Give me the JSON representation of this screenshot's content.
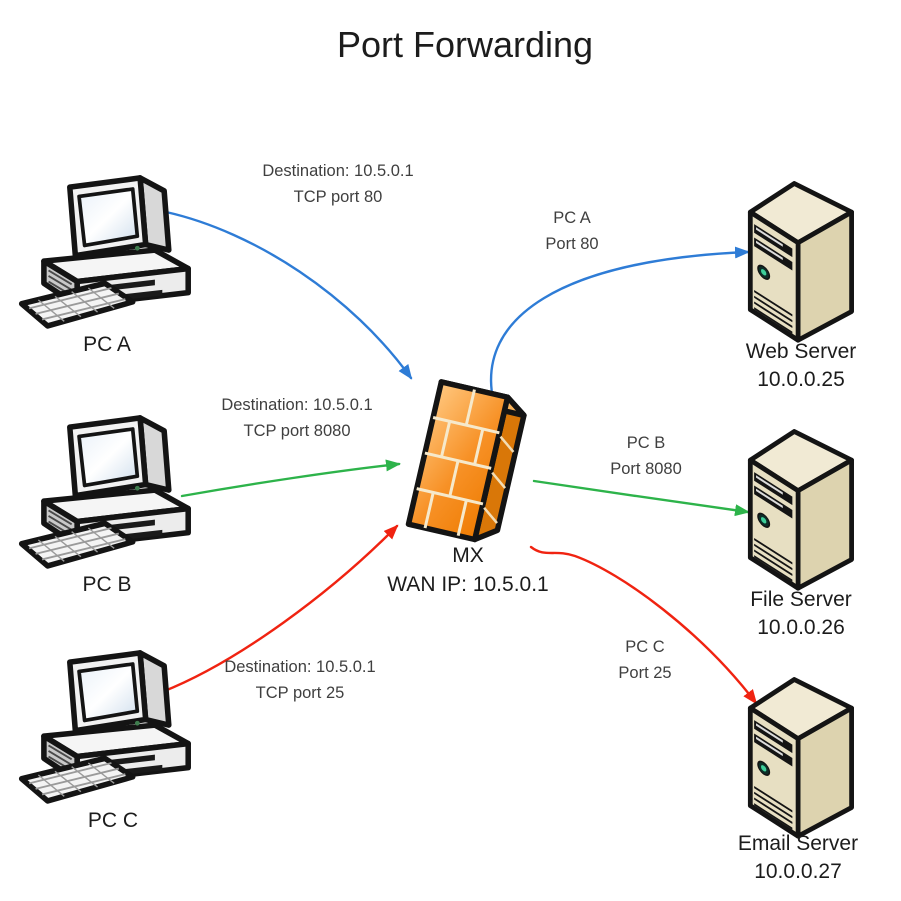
{
  "title": "Port Forwarding",
  "colors": {
    "blue": "#2E7CD6",
    "green": "#2DB34A",
    "red": "#F02311",
    "firewall_orange": "#F08204",
    "server_beige": "#DDD3AF"
  },
  "icons": {
    "pc": "desktop-computer-icon",
    "firewall": "brick-wall-firewall-icon",
    "server": "tower-server-icon"
  },
  "nodes": {
    "pc_a": {
      "label": "PC A"
    },
    "pc_b": {
      "label": "PC B"
    },
    "pc_c": {
      "label": "PC C"
    },
    "firewall": {
      "name": "MX",
      "wan_ip": "WAN IP: 10.5.0.1"
    },
    "web_server": {
      "name": "Web Server",
      "ip": "10.0.0.25"
    },
    "file_server": {
      "name": "File Server",
      "ip": "10.0.0.26"
    },
    "email_server": {
      "name": "Email Server",
      "ip": "10.0.0.27"
    }
  },
  "flows": {
    "pc_a_to_mx": {
      "line1": "Destination: 10.5.0.1",
      "line2": "TCP port 80"
    },
    "pc_b_to_mx": {
      "line1": "Destination: 10.5.0.1",
      "line2": "TCP port 8080"
    },
    "pc_c_to_mx": {
      "line1": "Destination: 10.5.0.1",
      "line2": "TCP port 25"
    },
    "mx_to_web": {
      "line1": "PC A",
      "line2": "Port 80"
    },
    "mx_to_file": {
      "line1": "PC B",
      "line2": "Port 8080"
    },
    "mx_to_email": {
      "line1": "PC C",
      "line2": "Port 25"
    }
  }
}
